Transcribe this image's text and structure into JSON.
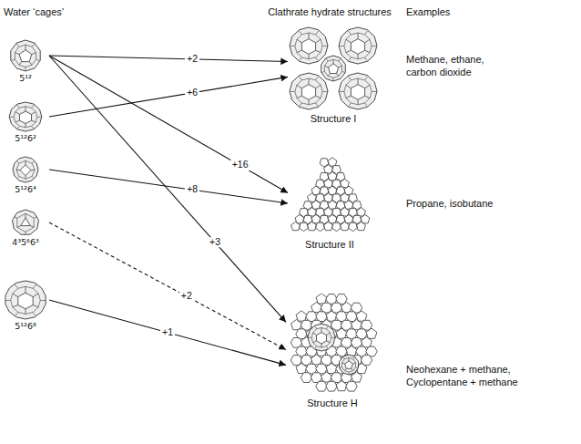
{
  "diagram": {
    "nodes": [
      {
        "text": [
          "5¹²"
        ]
      },
      {
        "text": [
          "5¹²6²"
        ]
      },
      {
        "text": [
          "5¹²6⁴"
        ]
      },
      {
        "text": [
          "4³5⁶6³"
        ]
      },
      {
        "text": [
          "5¹²6⁸"
        ]
      },
      {
        "text": [
          "Structure I"
        ]
      },
      {
        "text": [
          "Structure II"
        ]
      },
      {
        "text": [
          "Structure H"
        ]
      }
    ],
    "edges": [
      {
        "from": 0,
        "to": 5,
        "arrow": "to",
        "label": "+2"
      },
      {
        "from": 1,
        "to": 5,
        "arrow": "to",
        "label": "+6"
      },
      {
        "from": 0,
        "to": 6,
        "arrow": "to",
        "label": "+16"
      },
      {
        "from": 2,
        "to": 6,
        "arrow": "to",
        "label": "+8"
      },
      {
        "from": 0,
        "to": 7,
        "arrow": "to",
        "label": "+3"
      },
      {
        "from": 3,
        "to": 7,
        "arrow": "to",
        "label": "+2"
      },
      {
        "from": 4,
        "to": 7,
        "arrow": "to",
        "label": "+1"
      }
    ],
    "labels": [
      "Water ‘cages’",
      "Clathrate hydrate structures",
      "Examples",
      "Methane, ethane, carbon dioxide",
      "Propane, isobutane",
      "Neohexane + methane, Cyclopentane + methane"
    ]
  }
}
